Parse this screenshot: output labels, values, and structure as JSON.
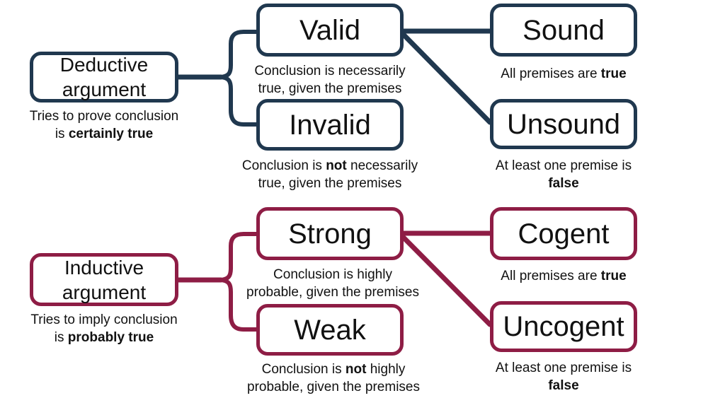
{
  "colors": {
    "deductive_accent": "#20384f",
    "inductive_accent": "#8e1d45",
    "text": "#111111",
    "background": "#ffffff"
  },
  "nodes": {
    "deductive": {
      "label": "Deductive\nargument",
      "caption": [
        {
          "text": "Tries to prove conclusion\nis "
        },
        {
          "text": "certainly true",
          "bold": true
        }
      ]
    },
    "valid": {
      "label": "Valid",
      "caption": [
        {
          "text": "Conclusion is necessarily\ntrue, given the premises"
        }
      ]
    },
    "invalid": {
      "label": "Invalid",
      "caption": [
        {
          "text": "Conclusion is "
        },
        {
          "text": "not",
          "bold": true
        },
        {
          "text": " necessarily\ntrue, given the premises"
        }
      ]
    },
    "sound": {
      "label": "Sound",
      "caption": [
        {
          "text": "All premises are "
        },
        {
          "text": "true",
          "bold": true
        }
      ]
    },
    "unsound": {
      "label": "Unsound",
      "caption": [
        {
          "text": "At least one premise is\n"
        },
        {
          "text": "false",
          "bold": true
        }
      ]
    },
    "inductive": {
      "label": "Inductive\nargument",
      "caption": [
        {
          "text": "Tries to imply conclusion\nis "
        },
        {
          "text": "probably true",
          "bold": true
        }
      ]
    },
    "strong": {
      "label": "Strong",
      "caption": [
        {
          "text": "Conclusion is highly\nprobable, given the premises"
        }
      ]
    },
    "weak": {
      "label": "Weak",
      "caption": [
        {
          "text": "Conclusion is "
        },
        {
          "text": "not",
          "bold": true
        },
        {
          "text": " highly\nprobable, given the premises"
        }
      ]
    },
    "cogent": {
      "label": "Cogent",
      "caption": [
        {
          "text": "All premises are "
        },
        {
          "text": "true",
          "bold": true
        }
      ]
    },
    "uncogent": {
      "label": "Uncogent",
      "caption": [
        {
          "text": "At least one premise is\n"
        },
        {
          "text": "false",
          "bold": true
        }
      ]
    }
  }
}
